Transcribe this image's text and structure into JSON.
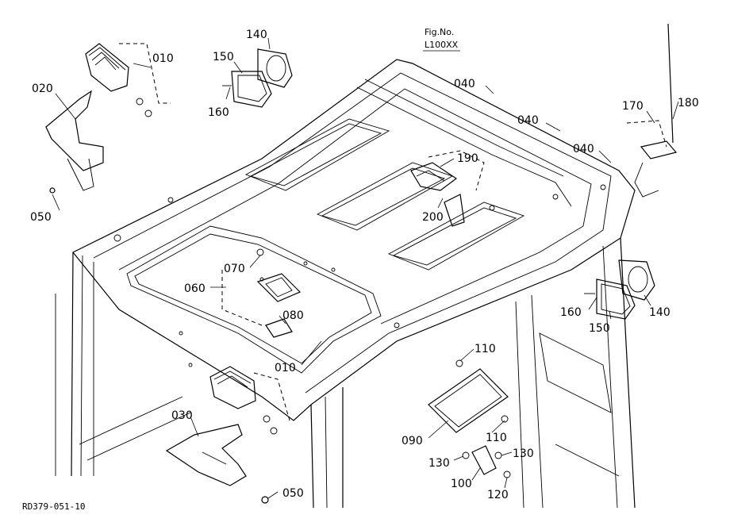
{
  "figure": {
    "fig_label": "Fig.No.",
    "fig_code": "L100XX",
    "doc_ref": "RD379-051-10"
  },
  "callouts": {
    "c010_top": "010",
    "c020": "020",
    "c050_left": "050",
    "c140_top": "140",
    "c150_top": "150",
    "c160_top": "160",
    "c040_a": "040",
    "c040_b": "040",
    "c040_c": "040",
    "c170": "170",
    "c180": "180",
    "c190": "190",
    "c200": "200",
    "c070": "070",
    "c060": "060",
    "c080": "080",
    "c010_mid": "010",
    "c160_right": "160",
    "c150_right": "150",
    "c140_right": "140",
    "c110_a": "110",
    "c110_b": "110",
    "c090": "090",
    "c130_a": "130",
    "c130_b": "130",
    "c100": "100",
    "c120": "120",
    "c030": "030",
    "c050_bottom": "050"
  }
}
